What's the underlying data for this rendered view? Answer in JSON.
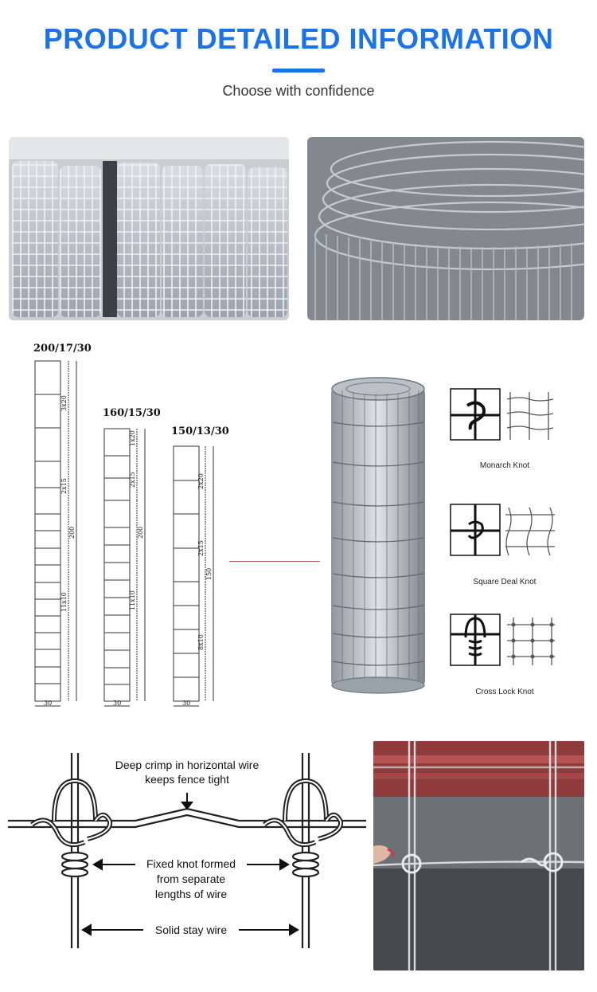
{
  "header": {
    "title": "PRODUCT DETAILED INFORMATION",
    "subtitle": "Choose with confidence",
    "accent_color": "#1a73e8"
  },
  "photos": {
    "rolls_stack": "fence-rolls-stacked-photo",
    "roll_closeup": "fence-roll-closeup-photo",
    "roll_single": "single-fence-roll-photo",
    "knot_closeup": "fixed-knot-closeup-photo"
  },
  "specs": [
    {
      "label": "200/17/30",
      "top": "3x20",
      "mid": "2x15",
      "bottom": "11x10",
      "height": "200",
      "width": "30"
    },
    {
      "label": "160/15/30",
      "top": "1x20",
      "mid": "2x15",
      "bottom": "11x10",
      "height": "200",
      "width": "30"
    },
    {
      "label": "150/13/30",
      "top": "2x20",
      "mid": "2x15",
      "bottom": "8x10",
      "height": "150",
      "width": "30"
    }
  ],
  "knots": [
    {
      "label": "Monarch Knot",
      "icon": "monarch-knot-icon"
    },
    {
      "label": "Square Deal Knot",
      "icon": "square-deal-knot-icon"
    },
    {
      "label": "Cross Lock Knot",
      "icon": "cross-lock-knot-icon"
    }
  ],
  "diagram": {
    "crimp_line1": "Deep crimp in horizontal wire",
    "crimp_line2": "keeps fence tight",
    "knot_line1": "Fixed knot formed",
    "knot_line2": "from separate",
    "knot_line3": "lengths of wire",
    "stay_label": "Solid stay wire"
  }
}
